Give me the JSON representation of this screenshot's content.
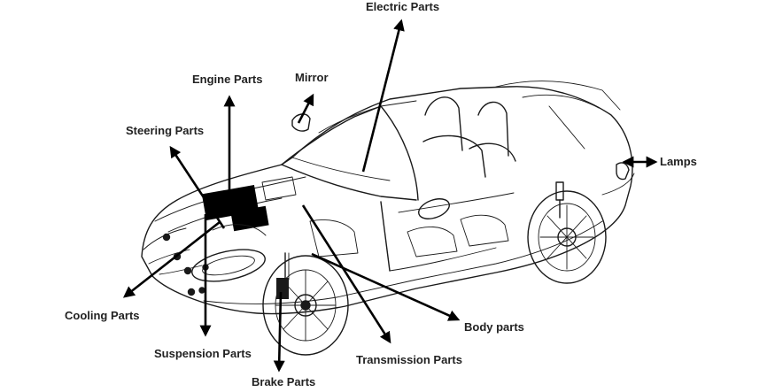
{
  "diagram": {
    "labels": {
      "electric": "Electric Parts",
      "engine": "Engine Parts",
      "mirror": "Mirror",
      "steering": "Steering Parts",
      "lamps": "Lamps",
      "cooling": "Cooling Parts",
      "suspension": "Suspension Parts",
      "brake": "Brake Parts",
      "transmission": "Transmission Parts",
      "body": "Body parts"
    },
    "colors": {
      "line_art": "#1a1a1a",
      "arrow": "#000000",
      "label_text": "#222222",
      "background": "#ffffff"
    }
  }
}
